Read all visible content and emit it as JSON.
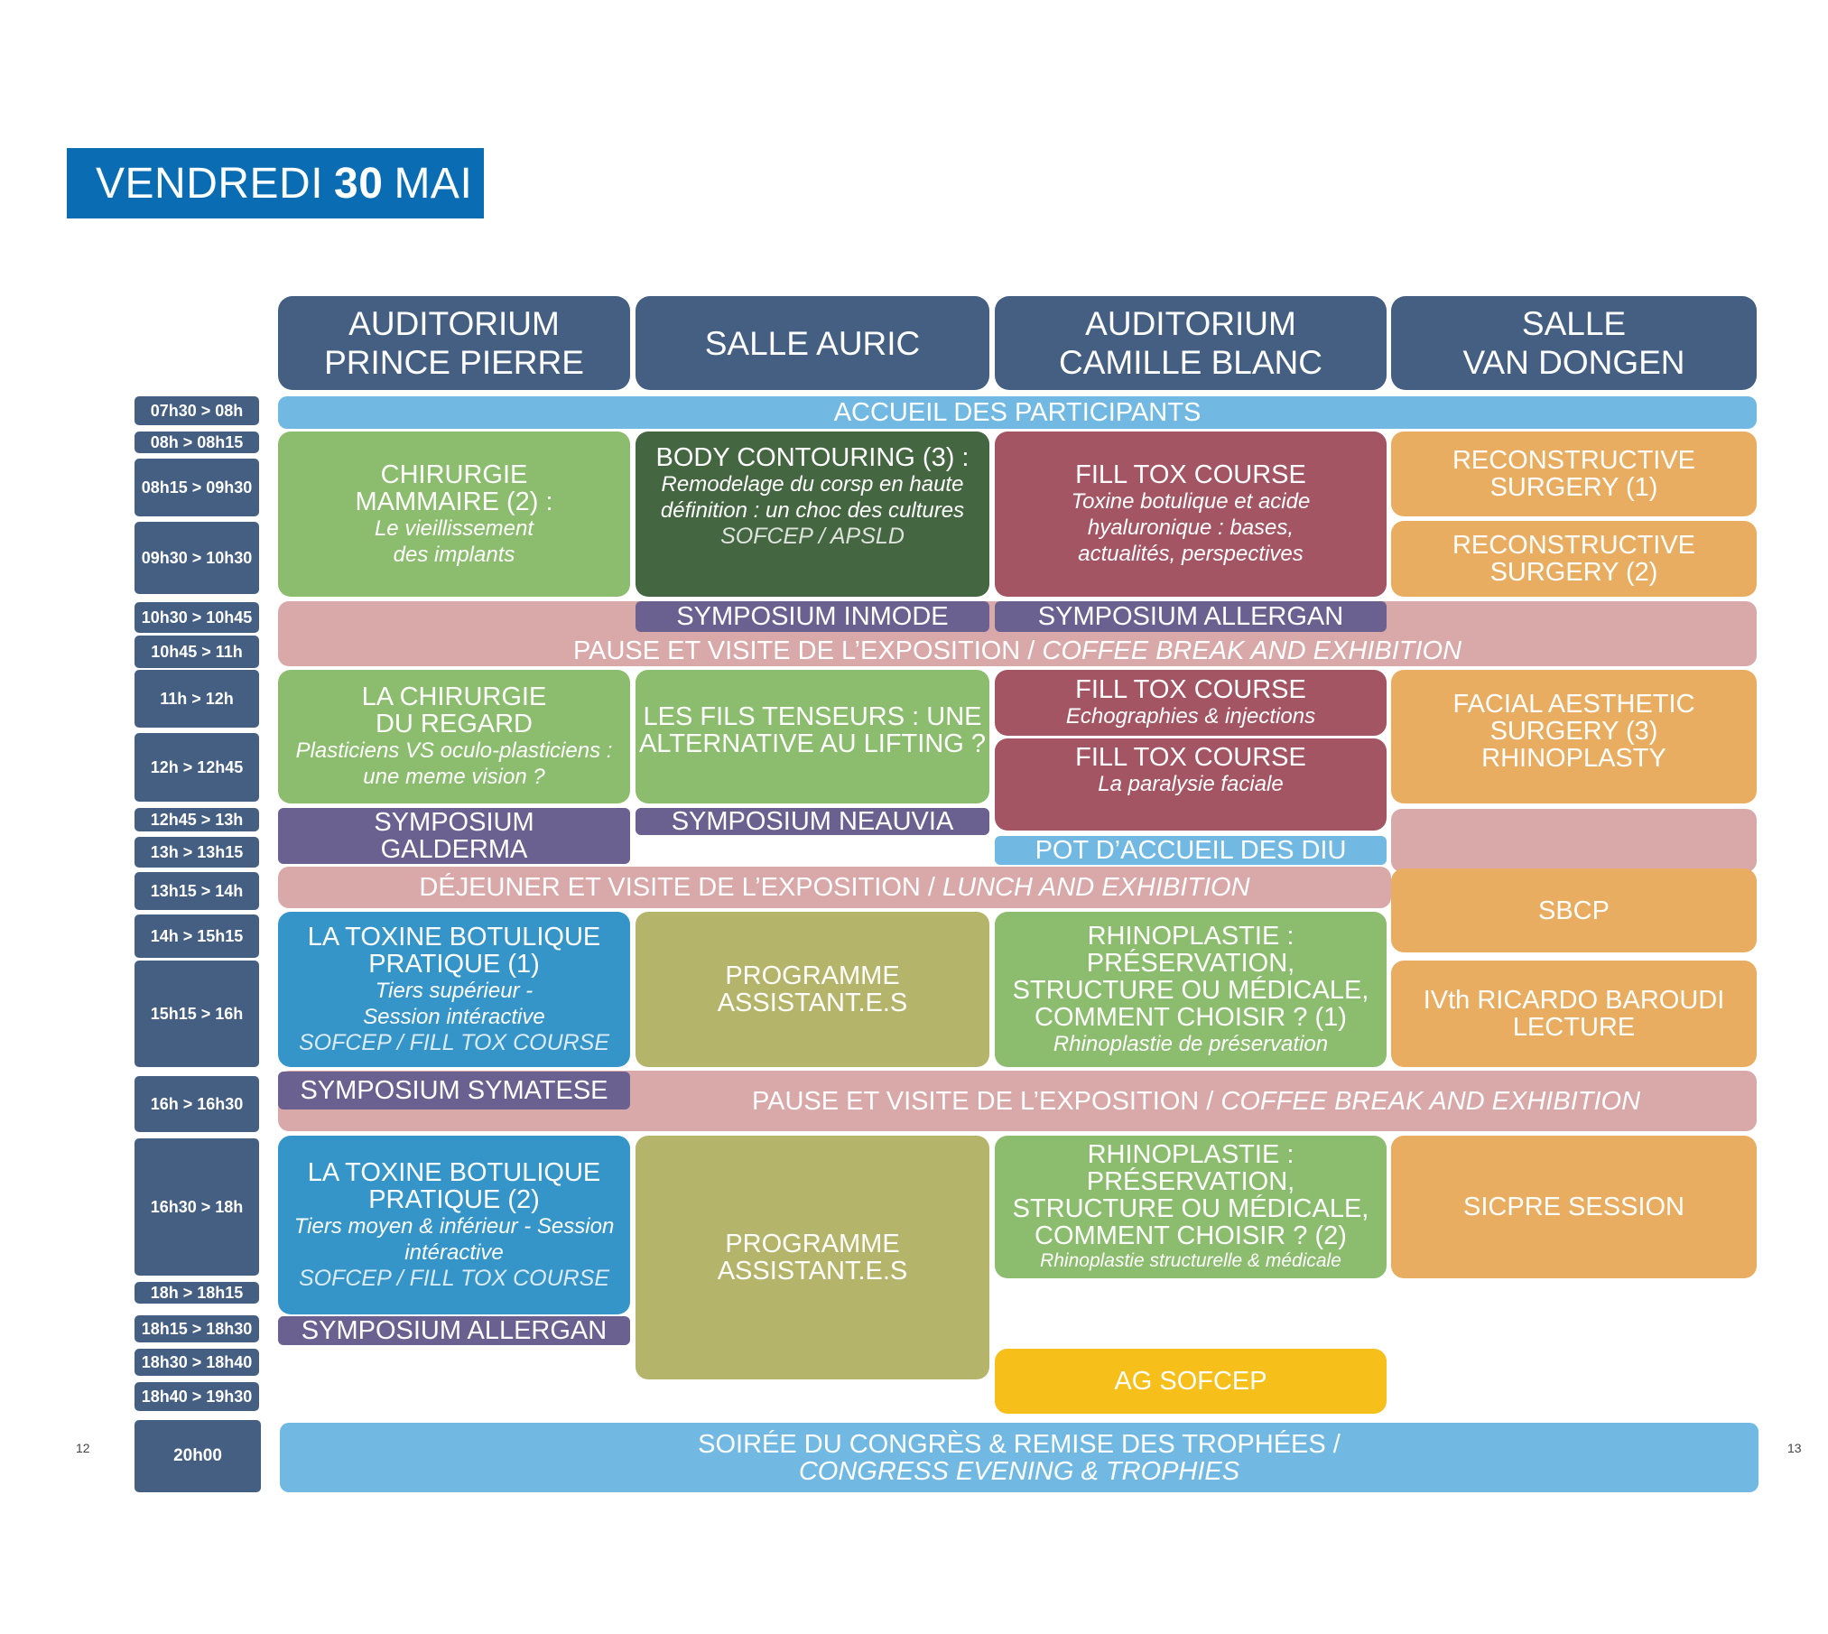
{
  "title": {
    "day": "VENDREDI",
    "num": "30",
    "month": "MAI"
  },
  "rooms": [
    {
      "line1": "AUDITORIUM",
      "line2": "PRINCE PIERRE"
    },
    {
      "line1": "SALLE AURIC",
      "line2": ""
    },
    {
      "line1": "AUDITORIUM",
      "line2": "CAMILLE BLANC"
    },
    {
      "line1": "SALLE",
      "line2": "VAN DONGEN"
    }
  ],
  "times": [
    "07h30 > 08h",
    "08h > 08h15",
    "08h15 >  09h30",
    "09h30 > 10h30",
    "10h30 > 10h45",
    "10h45 > 11h",
    "11h > 12h",
    "12h > 12h45",
    "12h45 > 13h",
    "13h > 13h15",
    "13h15 > 14h",
    "14h > 15h15",
    "15h15 > 16h",
    "16h > 16h30",
    "16h30 > 18h",
    "18h > 18h15",
    "18h15 > 18h30",
    "18h30 > 18h40",
    "18h40 > 19h30",
    "20h00"
  ],
  "blocks": {
    "accueil": "ACCUEIL DES PARTICIPANTS",
    "chir_mam": {
      "t1": "CHIRURGIE",
      "t2": "MAMMAIRE (2) :",
      "s1": "Le vieillissement",
      "s2": "des implants"
    },
    "body": {
      "t1": "BODY CONTOURING (3) :",
      "s1": "Remodelage du corsp en haute",
      "s2": "définition : un choc des cultures",
      "o1": "SOFCEP / APSLD"
    },
    "filltox1": {
      "t1": "FILL TOX COURSE",
      "s1": "Toxine botulique et acide",
      "s2": "hyaluronique : bases,",
      "s3": "actualités, perspectives"
    },
    "recon1": {
      "t1": "RECONSTRUCTIVE",
      "t2": "SURGERY (1)"
    },
    "recon2": {
      "t1": "RECONSTRUCTIVE",
      "t2": "SURGERY (2)"
    },
    "sym_inmode": "SYMPOSIUM INMODE",
    "sym_allergan1": "SYMPOSIUM ALLERGAN",
    "pause1": {
      "a": "PAUSE ET VISITE DE L’EXPOSITION / ",
      "b": "COFFEE BREAK AND EXHIBITION"
    },
    "regard": {
      "t1": "LA CHIRURGIE",
      "t2": "DU REGARD",
      "s1": "Plasticiens VS oculo-plasticiens :",
      "s2": "une meme vision ?"
    },
    "fils": {
      "t1": "LES FILS TENSEURS : UNE",
      "t2": "ALTERNATIVE AU LIFTING ?"
    },
    "filltox2": {
      "t1": "FILL TOX COURSE",
      "s1": "Echographies & injections"
    },
    "filltox3": {
      "t1": "FILL TOX COURSE",
      "s1": "La paralysie faciale"
    },
    "facial": {
      "t1": "FACIAL AESTHETIC",
      "t2": "SURGERY (3)",
      "t3": "RHINOPLASTY"
    },
    "sym_galderma": {
      "t1": "SYMPOSIUM",
      "t2": "GALDERMA"
    },
    "sym_neauvia": "SYMPOSIUM NEAUVIA",
    "pot": "POT D’ACCUEIL DES DIU",
    "dejeuner": {
      "a": "DÉJEUNER ET VISITE DE L’EXPOSITION / ",
      "b": "LUNCH AND EXHIBITION"
    },
    "sbcp": "SBCP",
    "toxine1": {
      "t1": "LA TOXINE BOTULIQUE",
      "t2": "PRATIQUE (1)",
      "s1": "Tiers supérieur -",
      "s2": "Session intéractive",
      "o1": "SOFCEP / FILL TOX COURSE"
    },
    "prog1": "PROGRAMME ASSISTANT.E.S",
    "rhino1": {
      "t1": "RHINOPLASTIE :",
      "t2": "PRÉSERVATION,",
      "t3": "STRUCTURE OU MÉDICALE,",
      "t4": "COMMENT CHOISIR ? (1)",
      "s1": "Rhinoplastie de préservation"
    },
    "baroudi": {
      "t1": "IVth RICARDO BAROUDI",
      "t2": "LECTURE"
    },
    "sym_symatese": "SYMPOSIUM SYMATESE",
    "pause2": {
      "a": "PAUSE ET VISITE DE L’EXPOSITION / ",
      "b": "COFFEE BREAK AND EXHIBITION"
    },
    "toxine2": {
      "t1": "LA TOXINE BOTULIQUE",
      "t2": "PRATIQUE (2)",
      "s1": "Tiers moyen & inférieur - Session",
      "s2": "intéractive",
      "o1": "SOFCEP / FILL TOX COURSE"
    },
    "prog2": "PROGRAMME ASSISTANT.E.S",
    "rhino2": {
      "t1": "RHINOPLASTIE :",
      "t2": "PRÉSERVATION,",
      "t3": "STRUCTURE OU MÉDICALE,",
      "t4": "COMMENT CHOISIR ? (2)",
      "s1": "Rhinoplastie structurelle & médicale"
    },
    "sicpre": "SICPRE SESSION",
    "sym_allergan2": "SYMPOSIUM ALLERGAN",
    "ag": "AG SOFCEP",
    "soiree": {
      "a": "SOIRÉE DU CONGRÈS & REMISE DES TROPHÉES /",
      "b": "CONGRESS EVENING & TROPHIES"
    }
  },
  "pages": {
    "left": "12",
    "right": "13"
  }
}
